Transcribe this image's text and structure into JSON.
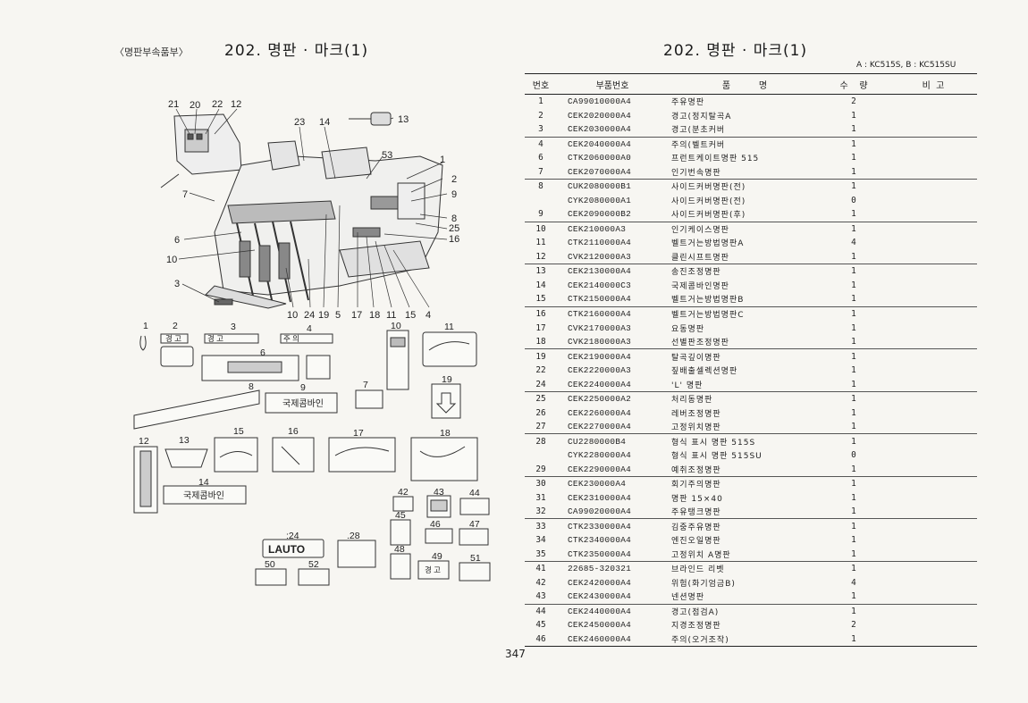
{
  "header": {
    "section_label": "〈명판부속품부〉",
    "title_left": "202. 명판 · 마크(1)",
    "title_right": "202. 명판 · 마크(1)",
    "models": "A : KC515S, B : KC515SU"
  },
  "table": {
    "columns": [
      "번호",
      "부품번호",
      "품          명",
      "수    량",
      "비  고"
    ],
    "rows": [
      {
        "no": "1",
        "part": "CA99010000A4",
        "name": "주유명판",
        "qty_a": "2",
        "qty_b": "",
        "sep": false
      },
      {
        "no": "2",
        "part": "CEK2020000A4",
        "name": "경고(정지탈곡A",
        "qty_a": "1",
        "qty_b": "",
        "sep": false
      },
      {
        "no": "3",
        "part": "CEK2030000A4",
        "name": "경고(분초커버",
        "qty_a": "1",
        "qty_b": "",
        "sep": true
      },
      {
        "no": "4",
        "part": "CEK2040000A4",
        "name": "주의(벨트커버",
        "qty_a": "1",
        "qty_b": "",
        "sep": false
      },
      {
        "no": "6",
        "part": "CTK2060000A0",
        "name": "프런트케이트명판 515",
        "qty_a": "1",
        "qty_b": "",
        "sep": false
      },
      {
        "no": "7",
        "part": "CEK2070000A4",
        "name": "인기번속명판",
        "qty_a": "1",
        "qty_b": "",
        "sep": true
      },
      {
        "no": "8",
        "part": "CUK2080000B1",
        "name": "사이드커버명판(전)",
        "qty_a": "1",
        "qty_b": "",
        "sep": false
      },
      {
        "no": "",
        "part": "CYK2080000A1",
        "name": "사이드커버명판(전)",
        "qty_a": "0",
        "qty_b": "",
        "sep": false
      },
      {
        "no": "9",
        "part": "CEK2090000B2",
        "name": "사이드커버명판(후)",
        "qty_a": "1",
        "qty_b": "",
        "sep": true
      },
      {
        "no": "10",
        "part": "CEK210000A3",
        "name": "인기케이스명판",
        "qty_a": "1",
        "qty_b": "",
        "sep": false
      },
      {
        "no": "11",
        "part": "CTK2110000A4",
        "name": "벨트거는방법명판A",
        "qty_a": "4",
        "qty_b": "",
        "sep": false
      },
      {
        "no": "12",
        "part": "CVK2120000A3",
        "name": "클린시프트명판",
        "qty_a": "1",
        "qty_b": "",
        "sep": true
      },
      {
        "no": "13",
        "part": "CEK2130000A4",
        "name": "송진조정명판",
        "qty_a": "1",
        "qty_b": "",
        "sep": false
      },
      {
        "no": "14",
        "part": "CEK2140000C3",
        "name": "국제콤바인명판",
        "qty_a": "1",
        "qty_b": "",
        "sep": false
      },
      {
        "no": "15",
        "part": "CTK2150000A4",
        "name": "벨트거는방법명판B",
        "qty_a": "1",
        "qty_b": "",
        "sep": true
      },
      {
        "no": "16",
        "part": "CTK2160000A4",
        "name": "벨트거는방법명판C",
        "qty_a": "1",
        "qty_b": "",
        "sep": false
      },
      {
        "no": "17",
        "part": "CVK2170000A3",
        "name": "요동명판",
        "qty_a": "1",
        "qty_b": "",
        "sep": false
      },
      {
        "no": "18",
        "part": "CVK2180000A3",
        "name": "선별판조정명판",
        "qty_a": "1",
        "qty_b": "",
        "sep": true
      },
      {
        "no": "19",
        "part": "CEK2190000A4",
        "name": "탈곡깊이명판",
        "qty_a": "1",
        "qty_b": "",
        "sep": false
      },
      {
        "no": "22",
        "part": "CEK2220000A3",
        "name": "짚배출셀렉션명판",
        "qty_a": "1",
        "qty_b": "",
        "sep": false
      },
      {
        "no": "24",
        "part": "CEK2240000A4",
        "name": "'L' 명판",
        "qty_a": "1",
        "qty_b": "",
        "sep": true
      },
      {
        "no": "25",
        "part": "CEK2250000A2",
        "name": "처리동명판",
        "qty_a": "1",
        "qty_b": "",
        "sep": false
      },
      {
        "no": "26",
        "part": "CEK2260000A4",
        "name": "레버조정명판",
        "qty_a": "1",
        "qty_b": "",
        "sep": false
      },
      {
        "no": "27",
        "part": "CEK2270000A4",
        "name": "고정위치명판",
        "qty_a": "1",
        "qty_b": "",
        "sep": true
      },
      {
        "no": "28",
        "part": "CU2280000B4",
        "name": "형식 표시 명판 515S",
        "qty_a": "1",
        "qty_b": "",
        "sep": false
      },
      {
        "no": "",
        "part": "CYK2280000A4",
        "name": "형식 표시 명판 515SU",
        "qty_a": "0",
        "qty_b": "",
        "sep": false
      },
      {
        "no": "29",
        "part": "CEK2290000A4",
        "name": "예취조정명판",
        "qty_a": "1",
        "qty_b": "",
        "sep": true
      },
      {
        "no": "30",
        "part": "CEK230000A4",
        "name": "회기주의명판",
        "qty_a": "1",
        "qty_b": "",
        "sep": false
      },
      {
        "no": "31",
        "part": "CEK2310000A4",
        "name": "명판 15×40",
        "qty_a": "1",
        "qty_b": "",
        "sep": false
      },
      {
        "no": "32",
        "part": "CA99020000A4",
        "name": "주유탱크명판",
        "qty_a": "1",
        "qty_b": "",
        "sep": true
      },
      {
        "no": "33",
        "part": "CTK2330000A4",
        "name": "김중주유명판",
        "qty_a": "1",
        "qty_b": "",
        "sep": false
      },
      {
        "no": "34",
        "part": "CTK2340000A4",
        "name": "엔진오일명판",
        "qty_a": "1",
        "qty_b": "",
        "sep": false
      },
      {
        "no": "35",
        "part": "CTK2350000A4",
        "name": "고정위치 A명판",
        "qty_a": "1",
        "qty_b": "",
        "sep": true
      },
      {
        "no": "41",
        "part": "22685-320321",
        "name": "브라인드 리벳",
        "qty_a": "1",
        "qty_b": "",
        "sep": false
      },
      {
        "no": "42",
        "part": "CEK2420000A4",
        "name": "위험(화기엄금B)",
        "qty_a": "4",
        "qty_b": "",
        "sep": false
      },
      {
        "no": "43",
        "part": "CEK2430000A4",
        "name": "넨션명판",
        "qty_a": "1",
        "qty_b": "",
        "sep": true
      },
      {
        "no": "44",
        "part": "CEK2440000A4",
        "name": "경고(점검A)",
        "qty_a": "1",
        "qty_b": "",
        "sep": false
      },
      {
        "no": "45",
        "part": "CEK2450000A4",
        "name": "지경조정명판",
        "qty_a": "2",
        "qty_b": "",
        "sep": false
      },
      {
        "no": "46",
        "part": "CEK2460000A4",
        "name": "주의(오거조작)",
        "qty_a": "1",
        "qty_b": "",
        "sep": false
      }
    ]
  },
  "diagram": {
    "callouts_top": [
      "21",
      "20",
      "22",
      "12",
      "23",
      "14",
      "13",
      "53",
      "1",
      "2",
      "9",
      "8",
      "25",
      "16",
      "7",
      "6",
      "10",
      "3"
    ],
    "callouts_bottom": [
      "10",
      "24",
      "19",
      "5",
      "17",
      "18",
      "11",
      "15",
      "4"
    ],
    "plate_labels": {
      "p2": "경 고",
      "p3": "경 고",
      "p4": "주 의",
      "p9": "국제콤바인",
      "p14": "국제콤바인",
      "p24": "LAUTO",
      "p49": "경 고"
    },
    "plate_numbers": [
      "1",
      "2",
      "3",
      "4",
      "6",
      "8",
      "9",
      "7",
      "10",
      "11",
      "19",
      "12",
      "13",
      "14",
      "15",
      "16",
      "17",
      "18",
      "42",
      "43",
      "44",
      "45",
      "46",
      "47",
      "24",
      "28",
      "48",
      "49",
      "51",
      "50",
      "52"
    ]
  },
  "footer": {
    "page_number": "347"
  }
}
